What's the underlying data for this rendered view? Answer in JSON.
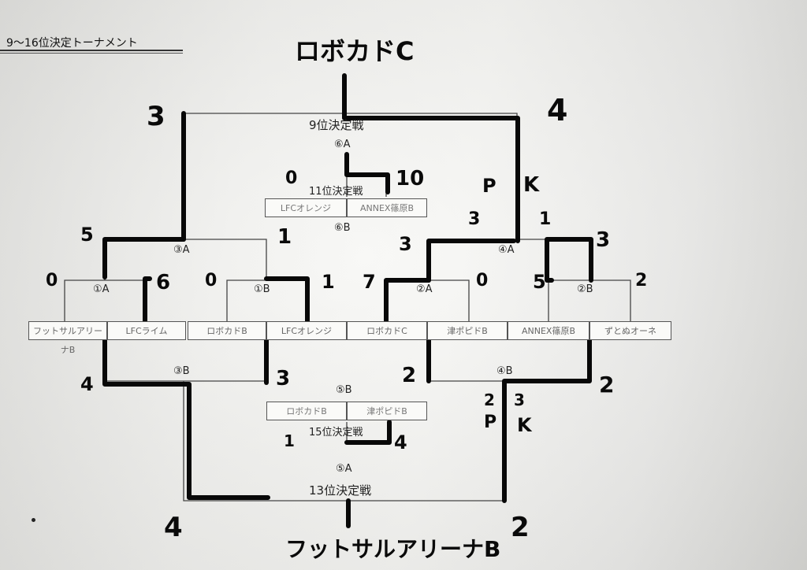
{
  "header": {
    "title": "9〜16位決定トーナメント"
  },
  "winners": {
    "top": "ロボカドC",
    "bottom": "フットサルアリーナB"
  },
  "teams": [
    "フットサルアリーナB",
    "LFCライム",
    "ロボカドB",
    "LFCオレンジ",
    "ロボカドC",
    "津ポピドB",
    "ANNEX篠原B",
    "ずとぬオーネ"
  ],
  "lower_teams": {
    "left": "ロボカドB",
    "right": "津ポピドB"
  },
  "upper_teams": {
    "left": "LFCオレンジ",
    "right": "ANNEX篠原B"
  },
  "matches": {
    "m1a": "①A",
    "m1b": "①B",
    "m2a": "②A",
    "m2b": "②B",
    "m3a": "③A",
    "m3b": "③B",
    "m4a": "④A",
    "m4b": "④B",
    "m5a": "⑤A",
    "m5b": "⑤B",
    "m6a": "⑥A",
    "m6b": "⑥B"
  },
  "finals": {
    "p9": "9位決定戦",
    "p11": "11位決定戦",
    "p13": "13位決定戦",
    "p15": "15位決定戦"
  },
  "scores": {
    "m1a_left": "0",
    "m1a_right": "6",
    "m1b_left": "0",
    "m1b_right": "1",
    "m2a_left": "7",
    "m2a_right": "0",
    "m2b_left": "5",
    "m2b_right": "2",
    "m3a_left": "5",
    "m3a_right": "1",
    "m4a_left": "3",
    "m4a_right": "3",
    "m3b_left": "4",
    "m3b_right": "3",
    "m4b_left": "2",
    "m4b_right": "2",
    "p9_left": "3",
    "p9_right": "4",
    "p11_left": "0",
    "p11_right": "10",
    "p9_pk_left": "P",
    "p9_pk_right": "K",
    "p9_pk_score_left": "3",
    "p9_pk_score_right": "1",
    "p13_left": "4",
    "p13_right": "2",
    "p13_pk_left_a": "2",
    "p13_pk_left_b": "P",
    "p13_pk_right_a": "3",
    "p13_pk_right_b": "K",
    "p15_left": "1",
    "p15_right": "4"
  }
}
